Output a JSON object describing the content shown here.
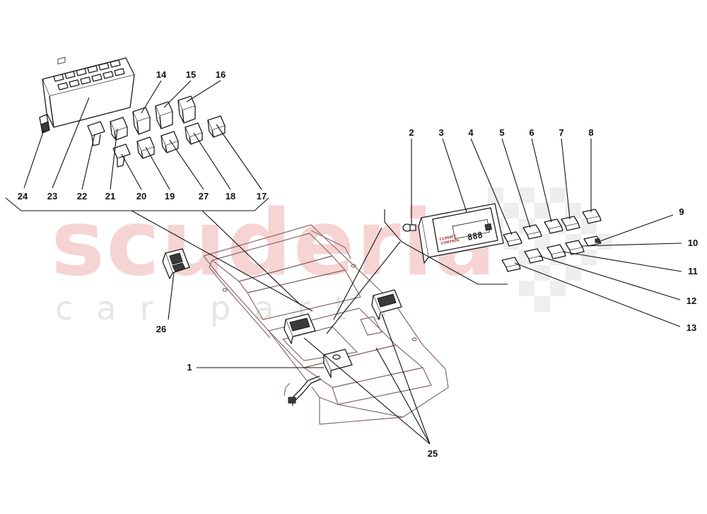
{
  "watermark": {
    "brand": "scuderia",
    "tagline": "car parts"
  },
  "control_panel": {
    "line1": "CLIMATE",
    "line2": "CONTROL",
    "display": "888"
  },
  "callouts": [
    {
      "id": "1",
      "label": "1"
    },
    {
      "id": "2",
      "label": "2"
    },
    {
      "id": "3",
      "label": "3"
    },
    {
      "id": "4",
      "label": "4"
    },
    {
      "id": "5",
      "label": "5"
    },
    {
      "id": "6",
      "label": "6"
    },
    {
      "id": "7",
      "label": "7"
    },
    {
      "id": "8",
      "label": "8"
    },
    {
      "id": "9",
      "label": "9"
    },
    {
      "id": "10",
      "label": "10"
    },
    {
      "id": "11",
      "label": "11"
    },
    {
      "id": "12",
      "label": "12"
    },
    {
      "id": "13",
      "label": "13"
    },
    {
      "id": "14",
      "label": "14"
    },
    {
      "id": "15",
      "label": "15"
    },
    {
      "id": "16",
      "label": "16"
    },
    {
      "id": "17",
      "label": "17"
    },
    {
      "id": "18",
      "label": "18"
    },
    {
      "id": "19",
      "label": "19"
    },
    {
      "id": "20",
      "label": "20"
    },
    {
      "id": "21",
      "label": "21"
    },
    {
      "id": "22",
      "label": "22"
    },
    {
      "id": "23",
      "label": "23"
    },
    {
      "id": "24",
      "label": "24"
    },
    {
      "id": "25",
      "label": "25"
    },
    {
      "id": "26",
      "label": "26"
    },
    {
      "id": "27",
      "label": "27"
    }
  ]
}
